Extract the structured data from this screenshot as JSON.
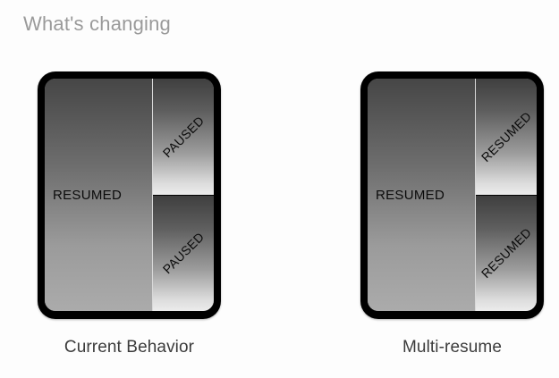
{
  "slide": {
    "title": "What's changing",
    "background_color": "#fdfdfd",
    "title_color": "#9a9a9a",
    "caption_color": "#3c3c3c",
    "label_color": "#0b0b0b",
    "bezel_color": "#000000"
  },
  "devices": [
    {
      "id": "current-behavior",
      "caption": "Current Behavior",
      "main_pane": {
        "label": "RESUMED",
        "orientation": "horizontal"
      },
      "sub_panes": [
        {
          "label": "PAUSED",
          "orientation": "diagonal",
          "rotation_deg": -45
        },
        {
          "label": "PAUSED",
          "orientation": "diagonal",
          "rotation_deg": -45
        }
      ]
    },
    {
      "id": "multi-resume",
      "caption": "Multi-resume",
      "main_pane": {
        "label": "RESUMED",
        "orientation": "horizontal"
      },
      "sub_panes": [
        {
          "label": "RESUMED",
          "orientation": "diagonal",
          "rotation_deg": -45
        },
        {
          "label": "RESUMED",
          "orientation": "diagonal",
          "rotation_deg": -45
        }
      ]
    }
  ]
}
